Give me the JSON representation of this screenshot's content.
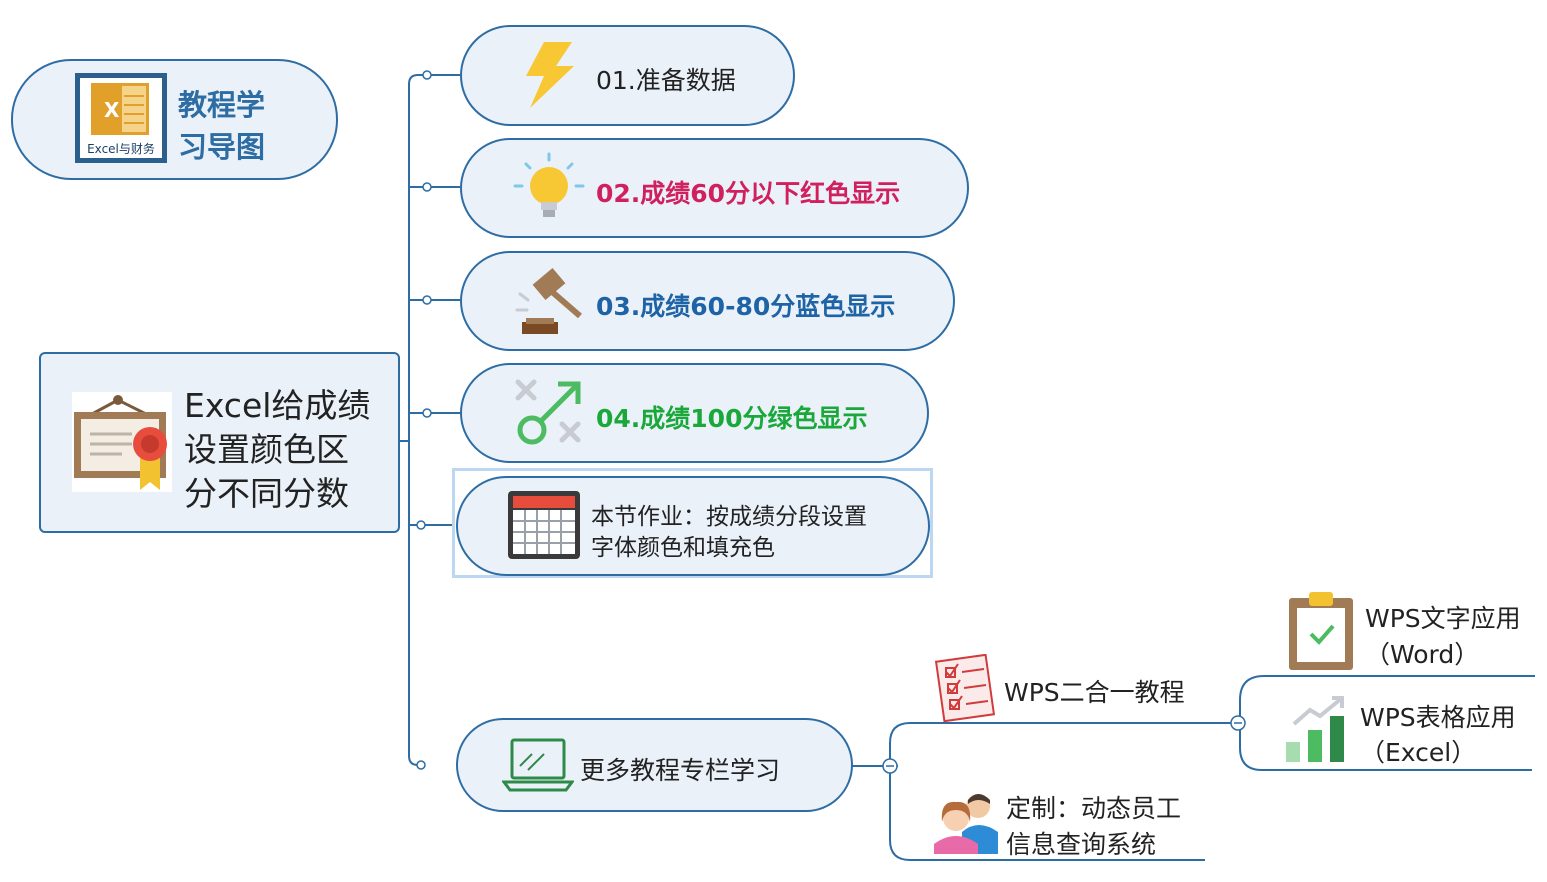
{
  "badge": {
    "logo_label": "Excel与财务",
    "title_line1": "教程学",
    "title_line2": "习导图"
  },
  "root": {
    "line1": "Excel给成绩",
    "line2": "设置颜色区",
    "line3": "分不同分数",
    "icon": "certificate-icon"
  },
  "branches": [
    {
      "label": "01.准备数据",
      "icon": "lightning-icon",
      "color": "#222222"
    },
    {
      "label": "02.成绩60分以下红色显示",
      "icon": "lightbulb-icon",
      "color": "#d0205e"
    },
    {
      "label": "03.成绩60-80分蓝色显示",
      "icon": "gavel-icon",
      "color": "#1e63a6"
    },
    {
      "label": "04.成绩100分绿色显示",
      "icon": "strategy-icon",
      "color": "#1aa83b"
    },
    {
      "line1": "本节作业：按成绩分段设置",
      "line2": "字体颜色和填充色",
      "icon": "calendar-icon"
    },
    {
      "label": "更多教程专栏学习",
      "icon": "laptop-icon"
    }
  ],
  "more": {
    "wps_combo": "WPS二合一教程",
    "wps_word_line1": "WPS文字应用",
    "wps_word_line2": "（Word）",
    "wps_excel_line1": "WPS表格应用",
    "wps_excel_line2": "（Excel）",
    "custom_line1": "定制：动态员工",
    "custom_line2": "信息查询系统"
  }
}
